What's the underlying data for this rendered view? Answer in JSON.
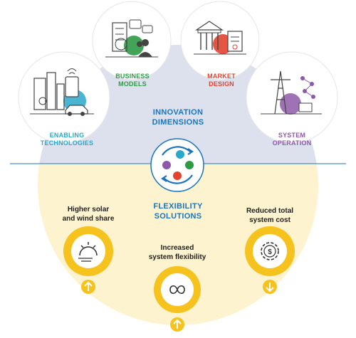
{
  "colors": {
    "upper_band": "#dde1ee",
    "lower_band": "#fdf3cf",
    "divider_line": "#1c75bc",
    "center_text": "#1c75bc",
    "enabling": "#2aa8c9",
    "business": "#2f9a45",
    "market": "#e2432f",
    "system": "#8e58a8",
    "yellow": "#f6c21d",
    "yellow_dark": "#e3a60d"
  },
  "innovation": {
    "title_line1": "INNOVATION",
    "title_line2": "DIMENSIONS"
  },
  "flexibility": {
    "title_line1": "FLEXIBILITY",
    "title_line2": "SOLUTIONS"
  },
  "dimensions": [
    {
      "id": "enabling",
      "line1": "ENABLING",
      "line2": "TECHNOLOGIES",
      "icon": "battery-ev-charging-icon"
    },
    {
      "id": "business",
      "line1": "BUSINESS",
      "line2": "MODELS",
      "icon": "people-buildings-icon"
    },
    {
      "id": "market",
      "line1": "MARKET",
      "line2": "DESIGN",
      "icon": "institution-documents-icon"
    },
    {
      "id": "system",
      "line1": "SYSTEM",
      "line2": "OPERATION",
      "icon": "transmission-tower-network-icon"
    }
  ],
  "outcomes": [
    {
      "id": "solar",
      "line1": "Higher solar",
      "line2": "and wind share",
      "icon": "sun-wind-icon",
      "arrow": "up"
    },
    {
      "id": "flex",
      "line1": "Increased",
      "line2": "system flexibility",
      "icon": "infinity-arrows-icon",
      "arrow": "up"
    },
    {
      "id": "cost",
      "line1": "Reduced total",
      "line2": "system cost",
      "icon": "dollar-gear-icon",
      "arrow": "down"
    }
  ]
}
